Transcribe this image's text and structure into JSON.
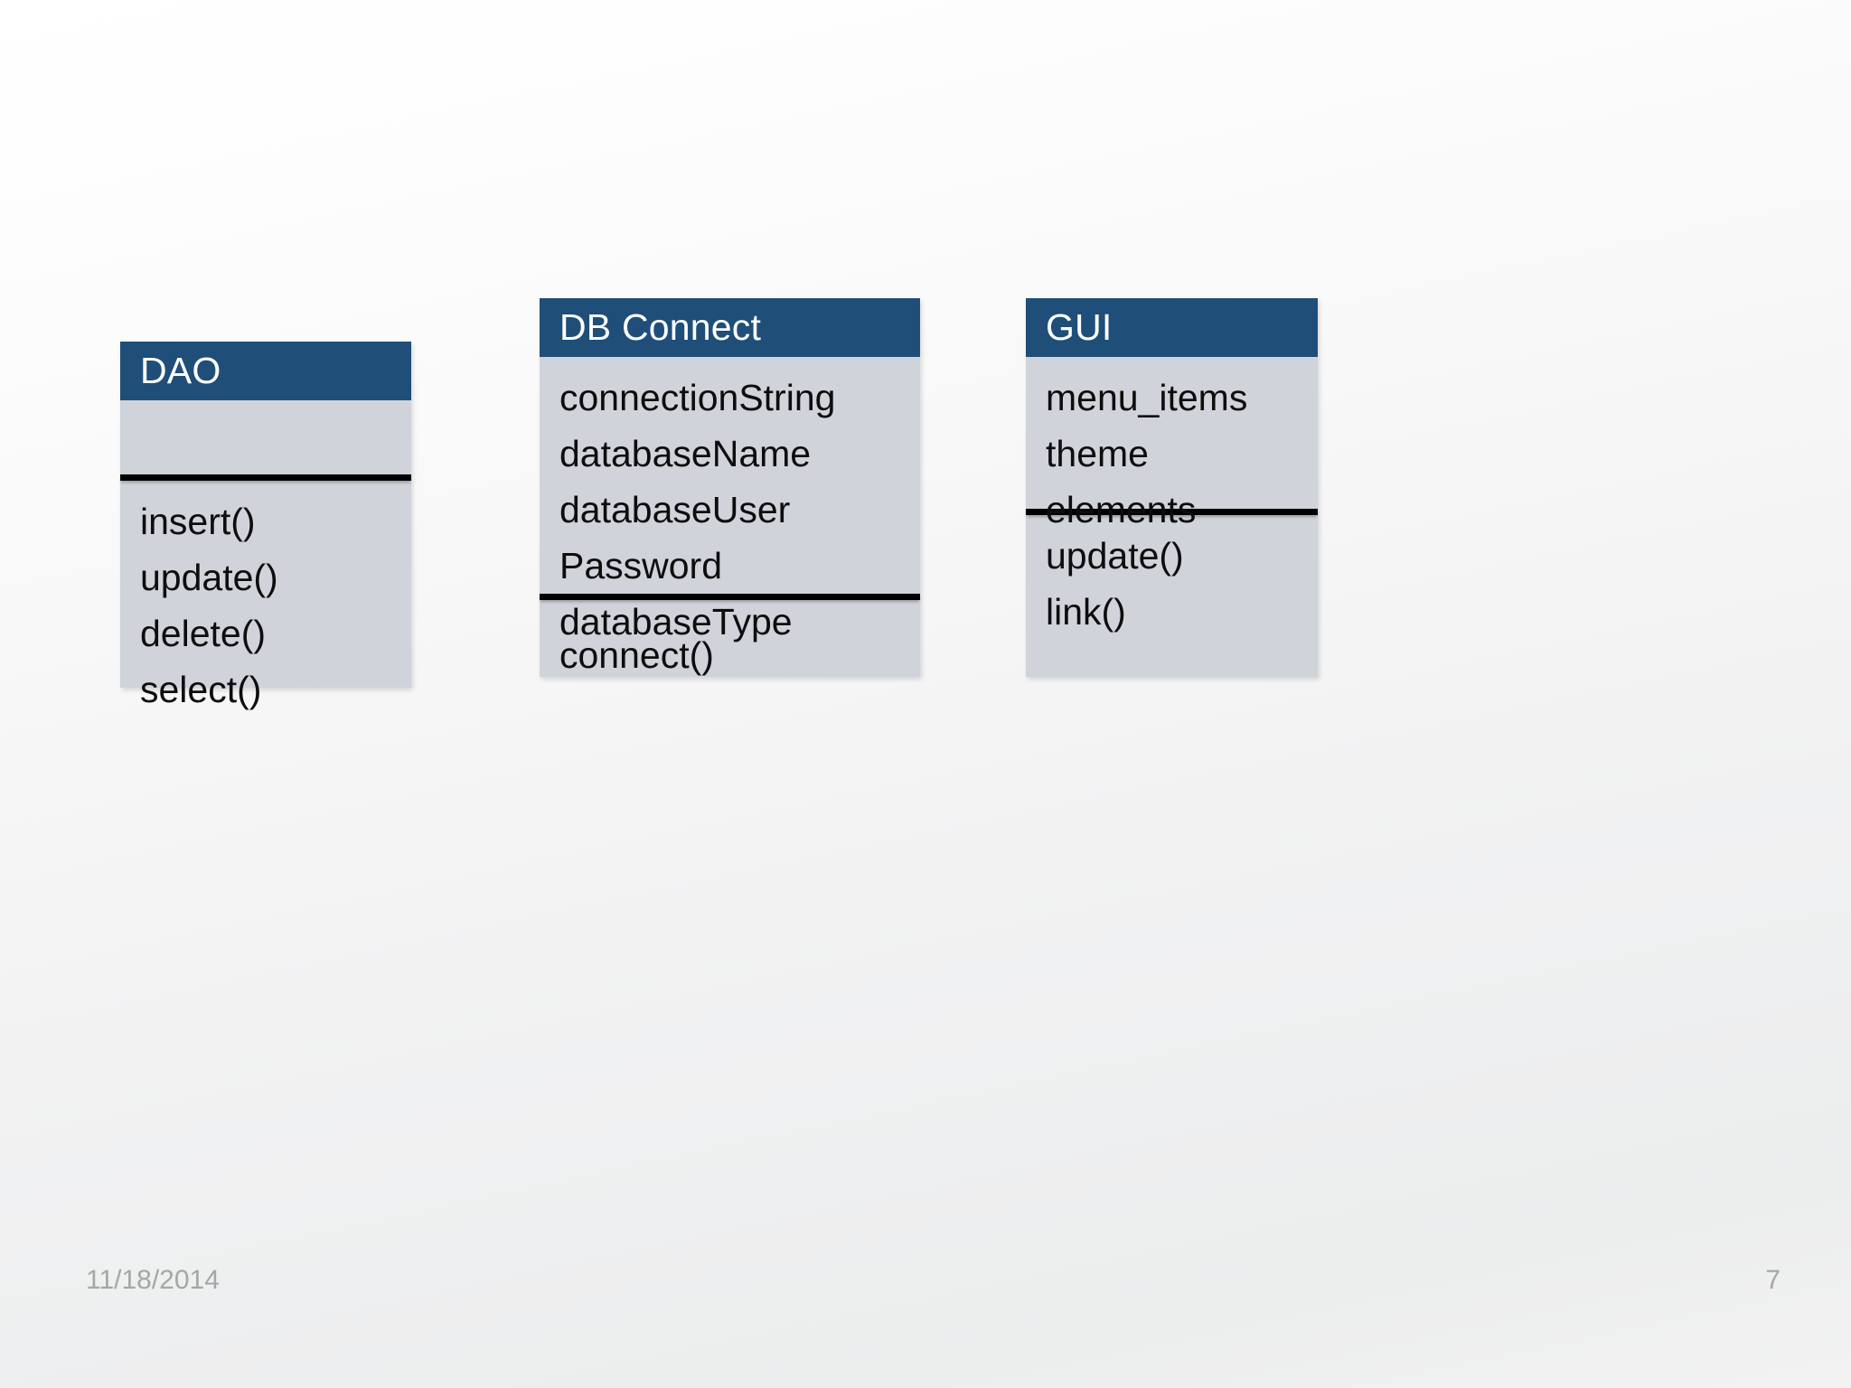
{
  "slide": {
    "background_color": "#f2f2f2",
    "accent_color": "#1f4e79",
    "box_fill_color": "#d0d3da",
    "footer": {
      "date": "11/18/2014",
      "page_number": "7"
    }
  },
  "diagram": {
    "type": "uml-class-diagram",
    "classes": [
      {
        "name": "DAO",
        "attributes": [],
        "methods": [
          "insert()",
          "update()",
          "delete()",
          "select()"
        ]
      },
      {
        "name": "DB Connect",
        "attributes": [
          "connectionString",
          "databaseName",
          "databaseUser",
          "Password",
          "databaseType"
        ],
        "methods": [
          "connect()"
        ]
      },
      {
        "name": "GUI",
        "attributes": [
          "menu_items",
          "theme",
          "elements"
        ],
        "methods": [
          "update()",
          "link()"
        ]
      }
    ]
  }
}
